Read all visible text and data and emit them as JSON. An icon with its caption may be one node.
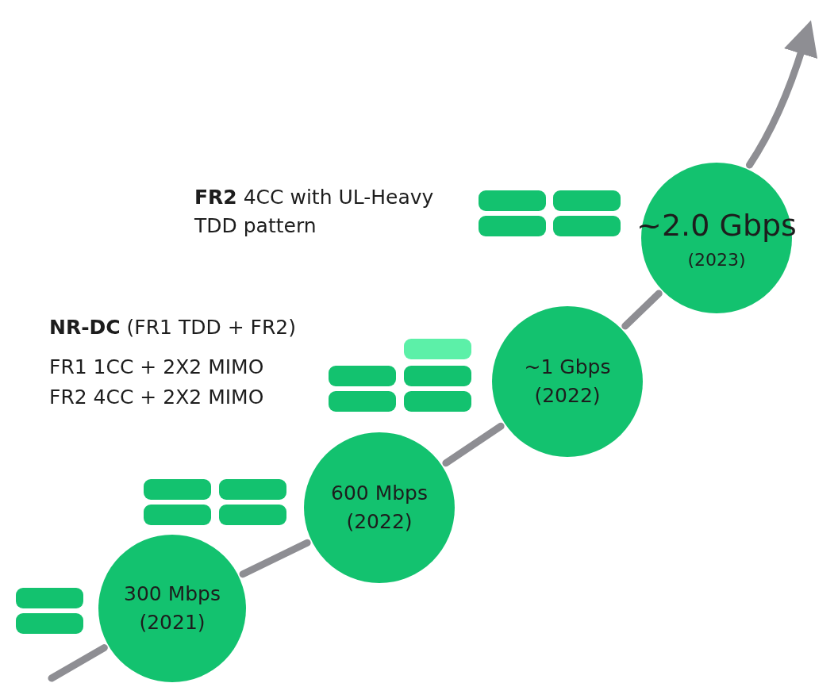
{
  "diagram": {
    "nodes": [
      {
        "text": [
          "300 Mbps",
          "(2021)"
        ]
      },
      {
        "text": [
          "600 Mbps",
          "(2022)"
        ]
      },
      {
        "text": [
          "~1 Gbps",
          "(2022)"
        ]
      },
      {
        "text": [
          "~2.0 Gbps",
          "(2023)"
        ]
      }
    ],
    "edges": [
      {
        "from": null,
        "to": 0,
        "arrow": "none"
      },
      {
        "from": 0,
        "to": 1,
        "arrow": "none"
      },
      {
        "from": 1,
        "to": 2,
        "arrow": "none"
      },
      {
        "from": 2,
        "to": 3,
        "arrow": "none"
      },
      {
        "from": 3,
        "to": null,
        "arrow": "to"
      }
    ],
    "labels": [
      "**FR2** 4CC with UL-Heavy TDD pattern",
      "**NR-DC** (FR1 TDD + FR2)",
      "FR1 1CC + 2X2 MIMO",
      "FR2 4CC + 2X2 MIMO"
    ]
  }
}
